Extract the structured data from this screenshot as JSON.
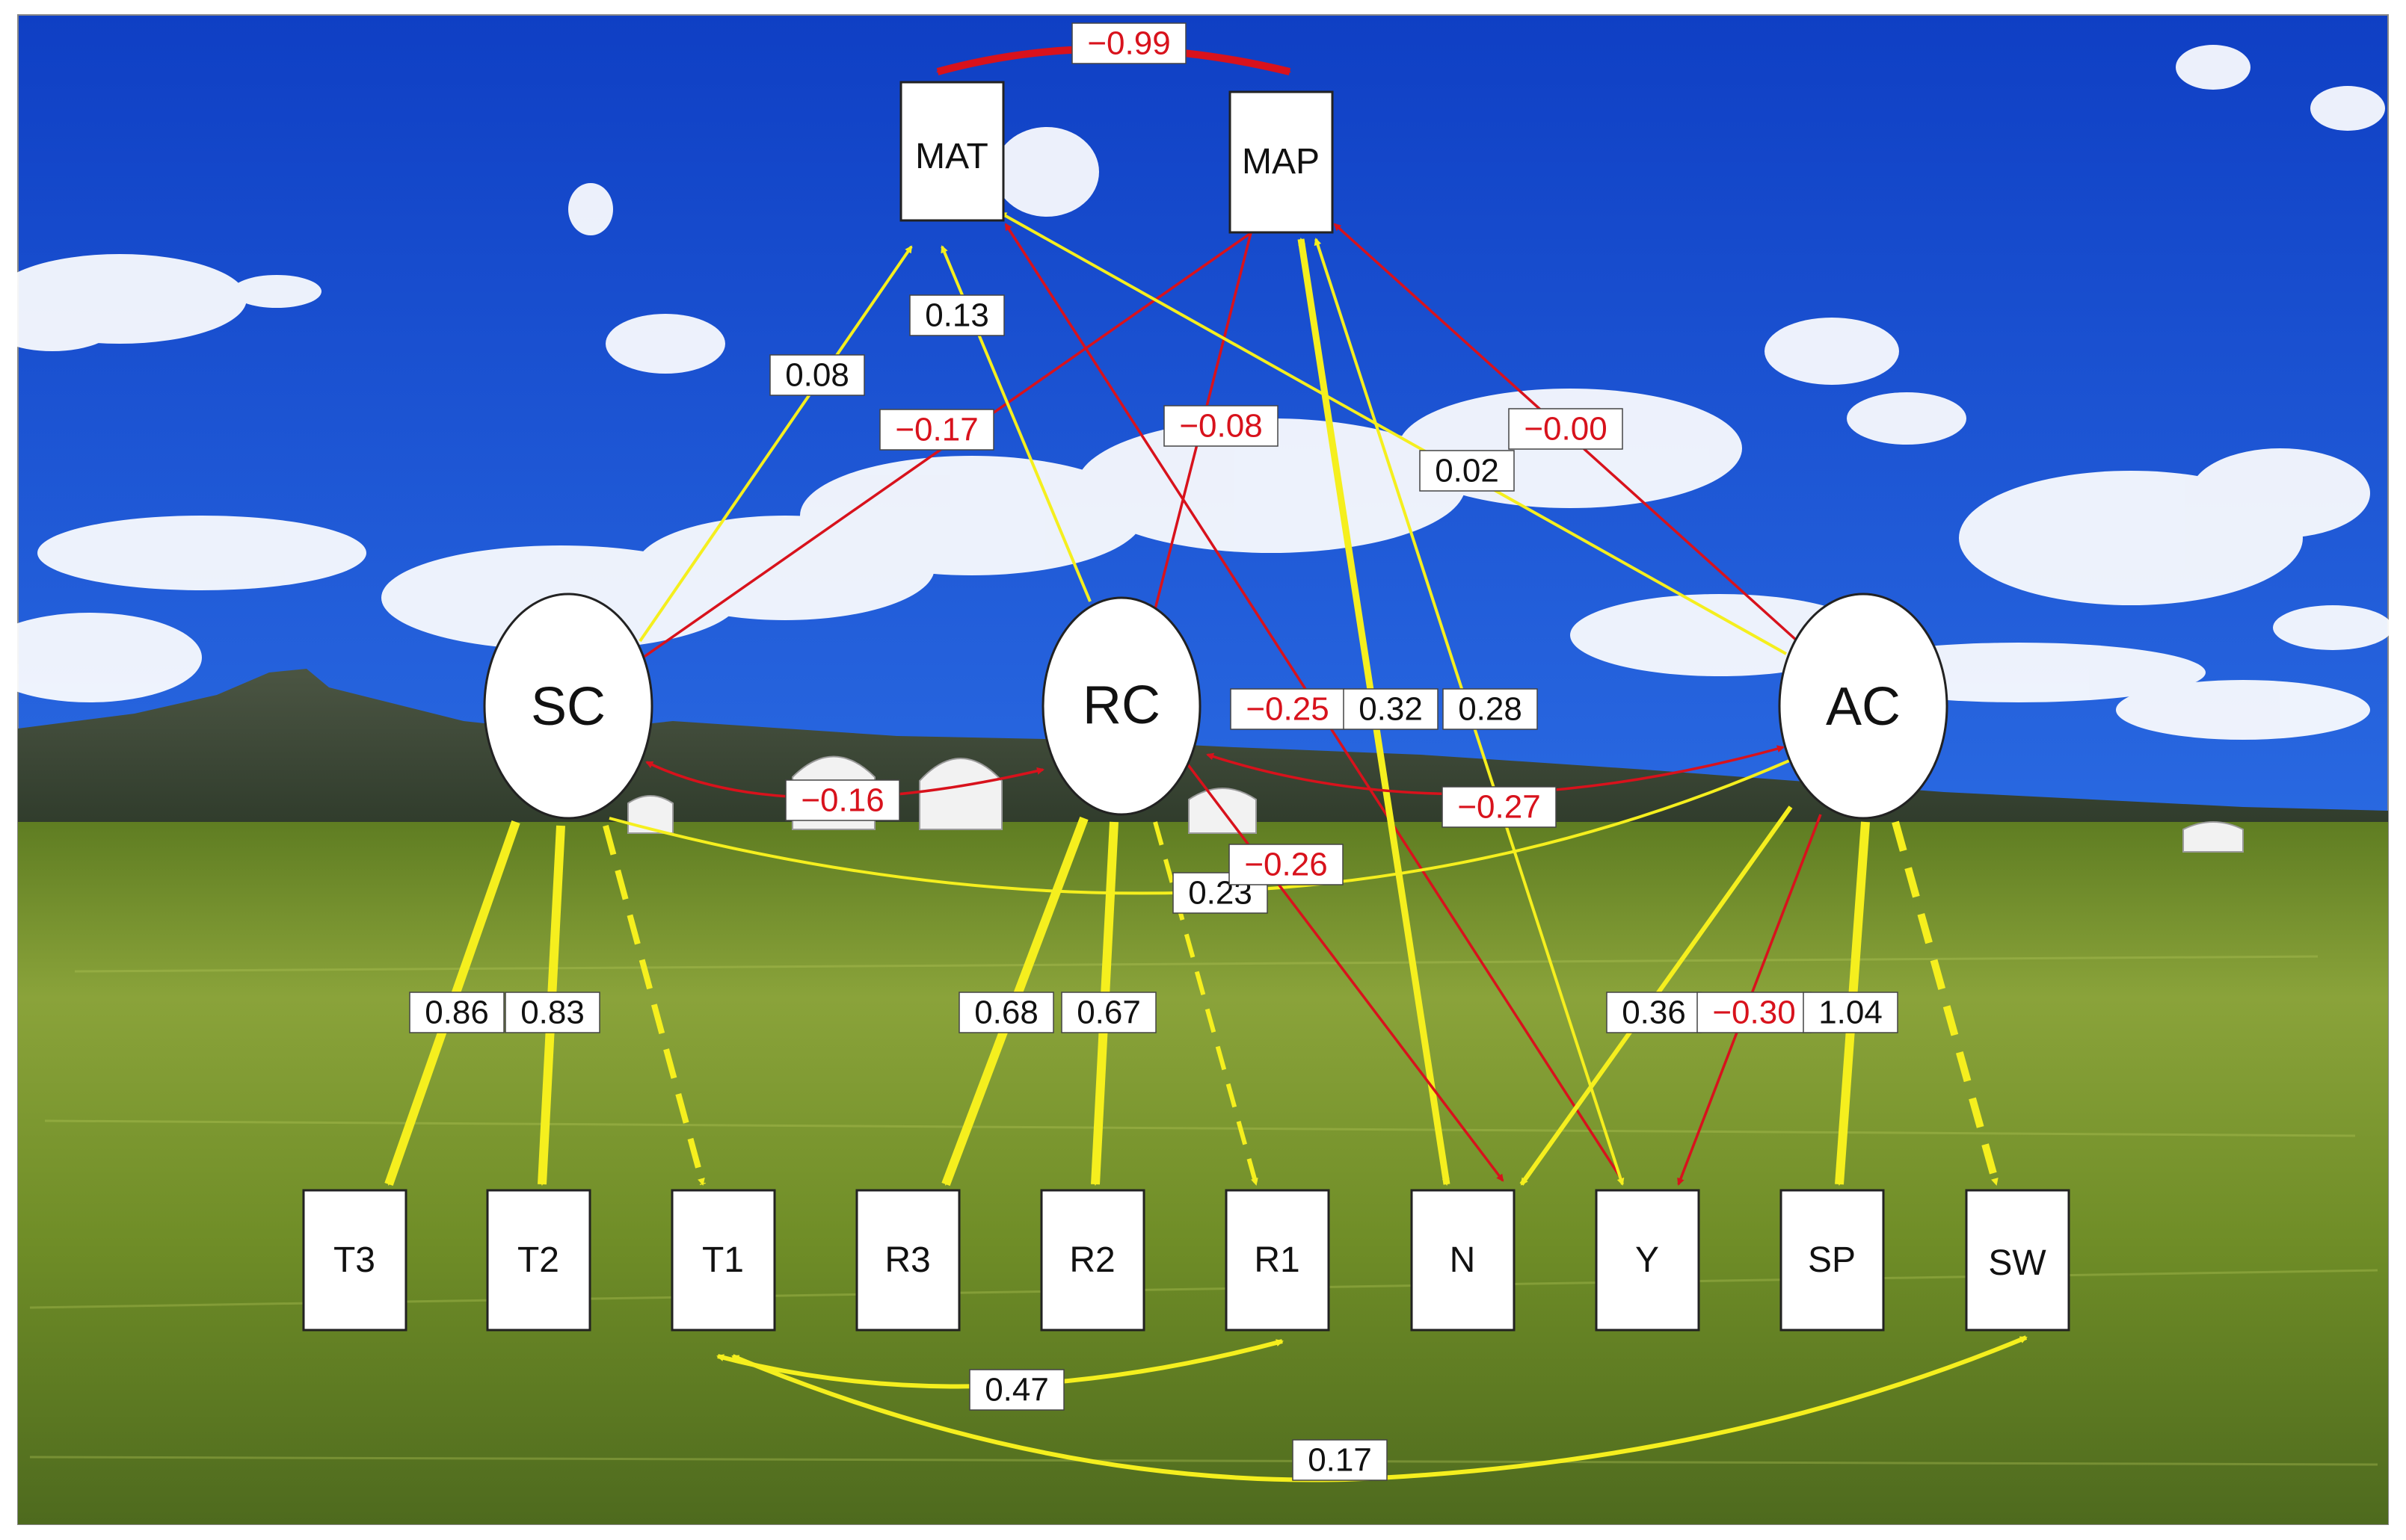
{
  "diagram": {
    "colors": {
      "positive": "#f5ef1e",
      "negative": "#d8121c",
      "node_fill": "#ffffff",
      "node_stroke": "#222222",
      "label_positive_text": "#111111",
      "label_negative_text": "#d8121c"
    },
    "background": {
      "scene": "photo of grassland steppe with yurts, mountains and blue sky with clouds",
      "sky": "#1f55d6",
      "grass": "#7d9a2a"
    },
    "nodes": {
      "MAT": "MAT",
      "MAP": "MAP",
      "SC": "SC",
      "RC": "RC",
      "AC": "AC",
      "T3": "T3",
      "T2": "T2",
      "T1": "T1",
      "R3": "R3",
      "R2": "R2",
      "R1": "R1",
      "N": "N",
      "Y": "Y",
      "SP": "SP",
      "SW": "SW"
    },
    "paths": [
      {
        "from": "MAT",
        "to": "MAP",
        "label": "−0.99",
        "sign": "negative",
        "weight": "heavy",
        "type": "covariance"
      },
      {
        "from": "SC",
        "to": "MAT",
        "label": "0.08",
        "sign": "positive",
        "weight": "thin"
      },
      {
        "from": "SC",
        "to": "MAP",
        "label": "−0.17",
        "sign": "negative",
        "weight": "thin"
      },
      {
        "from": "RC",
        "to": "MAT",
        "label": "0.13",
        "sign": "positive",
        "weight": "thin"
      },
      {
        "from": "RC",
        "to": "MAP",
        "label": "−0.08",
        "sign": "negative",
        "weight": "thin"
      },
      {
        "from": "AC",
        "to": "MAP",
        "label": "−0.00",
        "sign": "negative",
        "weight": "thin"
      },
      {
        "from": "AC",
        "to": "MAT",
        "label": "0.02",
        "sign": "positive",
        "weight": "thin"
      },
      {
        "from": "MAT",
        "to": "Y",
        "label": "−0.25",
        "sign": "negative",
        "weight": "thin"
      },
      {
        "from": "MAP",
        "to": "N",
        "label": "0.32",
        "sign": "positive",
        "weight": "heavy"
      },
      {
        "from": "MAP",
        "to": "Y",
        "label": "0.28",
        "sign": "positive",
        "weight": "thin"
      },
      {
        "from": "SC",
        "to": "RC",
        "label": "−0.16",
        "sign": "negative",
        "weight": "thin",
        "type": "covariance"
      },
      {
        "from": "RC",
        "to": "AC",
        "label": "−0.27",
        "sign": "negative",
        "weight": "thin",
        "type": "covariance"
      },
      {
        "from": "SC",
        "to": "AC",
        "label": "0.23",
        "sign": "positive",
        "weight": "thin",
        "type": "covariance"
      },
      {
        "from": "RC",
        "to": "N",
        "label": "−0.26",
        "sign": "negative",
        "weight": "thin"
      },
      {
        "from": "SC",
        "to": "T3",
        "label": "0.86",
        "sign": "positive",
        "weight": "heavy"
      },
      {
        "from": "SC",
        "to": "T2",
        "label": "0.83",
        "sign": "positive",
        "weight": "heavy"
      },
      {
        "from": "SC",
        "to": "T1",
        "label": "",
        "sign": "positive",
        "weight": "heavy",
        "dashed": true
      },
      {
        "from": "RC",
        "to": "R3",
        "label": "0.68",
        "sign": "positive",
        "weight": "heavy"
      },
      {
        "from": "RC",
        "to": "R2",
        "label": "0.67",
        "sign": "positive",
        "weight": "heavy"
      },
      {
        "from": "RC",
        "to": "R1",
        "label": "",
        "sign": "positive",
        "weight": "heavy",
        "dashed": true
      },
      {
        "from": "AC",
        "to": "N",
        "label": "0.36",
        "sign": "positive",
        "weight": "medium"
      },
      {
        "from": "AC",
        "to": "Y",
        "label": "−0.30",
        "sign": "negative",
        "weight": "thin"
      },
      {
        "from": "AC",
        "to": "SP",
        "label": "1.04",
        "sign": "positive",
        "weight": "heavy"
      },
      {
        "from": "AC",
        "to": "SW",
        "label": "",
        "sign": "positive",
        "weight": "heavy",
        "dashed": true
      },
      {
        "from": "T1",
        "to": "R1",
        "label": "0.47",
        "sign": "positive",
        "weight": "medium",
        "type": "covariance"
      },
      {
        "from": "T1",
        "to": "SW",
        "label": "0.17",
        "sign": "positive",
        "weight": "medium",
        "type": "covariance"
      }
    ]
  }
}
